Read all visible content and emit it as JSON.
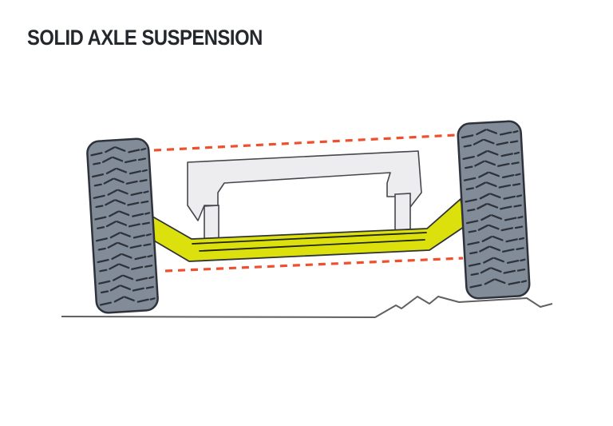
{
  "page": {
    "title": "SOLID AXLE SUSPENSION"
  },
  "diagram": {
    "type": "technical-illustration",
    "subject": "solid axle suspension with right wheel raised on a bump, both wheels tilting together",
    "components": [
      {
        "name": "left-tire",
        "description": "left tire tilted with axle, resting on flat ground"
      },
      {
        "name": "right-tire",
        "description": "right tire tilted with axle, raised on rocky bump"
      },
      {
        "name": "chassis-frame",
        "description": "light gray vehicle frame cross-member"
      },
      {
        "name": "left-axle-post",
        "description": "left mount post between frame and axle"
      },
      {
        "name": "right-axle-post",
        "description": "right mount post between frame and axle"
      },
      {
        "name": "axle-beam",
        "description": "rigid yellow solid axle beam linking both wheels"
      },
      {
        "name": "travel-line-top",
        "description": "dashed reference line showing tilt across wheel tops"
      },
      {
        "name": "travel-line-bottom",
        "description": "dashed reference line showing tilt across wheel bottoms"
      },
      {
        "name": "ground-line",
        "description": "ground line with jagged bump under right tire"
      }
    ],
    "colors": {
      "background": "#ffffff",
      "title": "#24272b",
      "tire_fill": "#828c99",
      "tire_stroke": "#2e333b",
      "tread": "#2e333b",
      "frame_fill": "#ededef",
      "frame_stroke": "#44474c",
      "axle_fill": "#dce00c",
      "axle_stroke": "#2f3338",
      "axle_detail_line": "#1f2410",
      "reference_dash": "#f04f2e",
      "ground": "#606060"
    }
  }
}
